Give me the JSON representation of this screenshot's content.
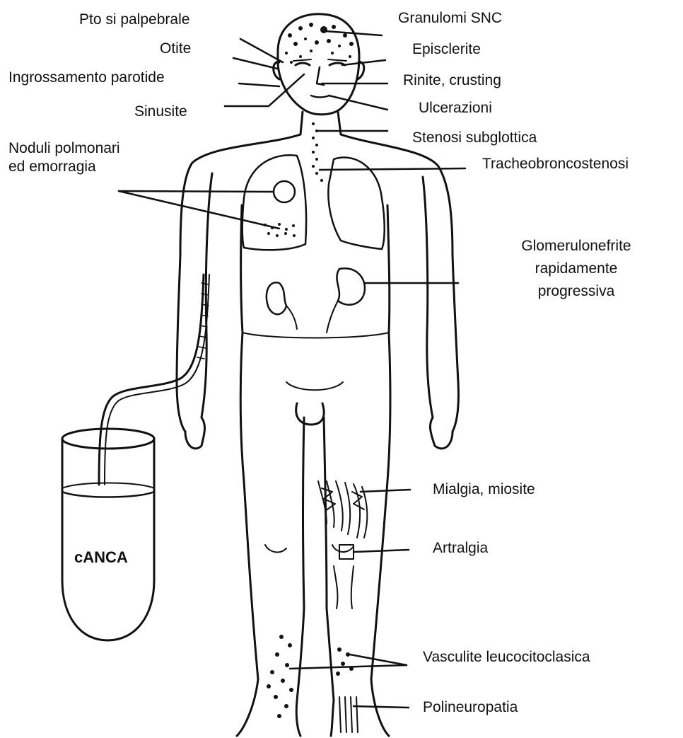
{
  "labels": {
    "ptosi": "Pto si palpebrale",
    "otite": "Otite",
    "parotide": "Ingrossamento parotide",
    "sinusite": "Sinusite",
    "noduli_1": "Noduli polmonari",
    "noduli_2": "ed emorragia",
    "granulomi": "Granulomi SNC",
    "episclerite": "Episclerite",
    "rinite": "Rinite, crusting",
    "ulcerazioni": "Ulcerazioni",
    "stenosi": "Stenosi subglottica",
    "tracheo": "Tracheobroncostenosi",
    "glomerulo_1": "Glomerulonefrite",
    "glomerulo_2": "rapidamente",
    "glomerulo_3": "progressiva",
    "mialgia": "Mialgia, miosite",
    "artralgia": "Artralgia",
    "vasculite": "Vasculite leucocitoclasica",
    "polineuropatia": "Polineuropatia",
    "canca": "cANCA"
  },
  "colors": {
    "ink": "#111111",
    "background": "#ffffff"
  }
}
